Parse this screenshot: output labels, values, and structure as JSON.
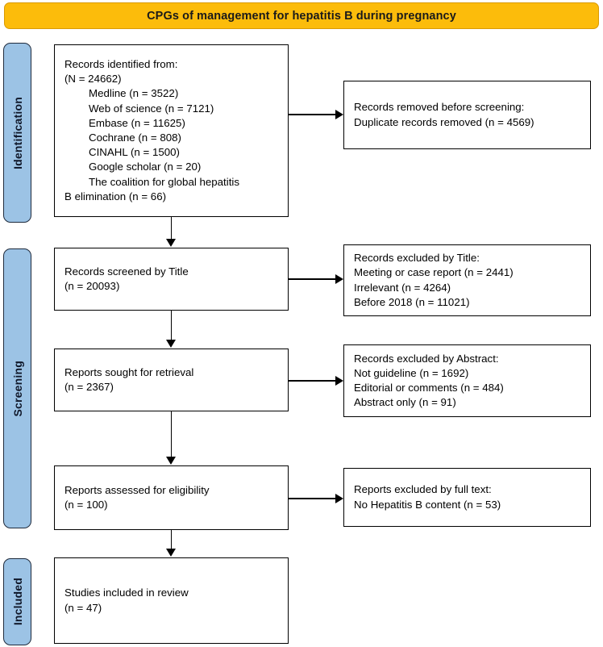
{
  "title": {
    "text": "CPGs of management for hepatitis B during pregnancy"
  },
  "stages": [
    {
      "id": "identification",
      "label": "Identification"
    },
    {
      "id": "screening",
      "label": "Screening"
    },
    {
      "id": "included",
      "label": "Included"
    }
  ],
  "boxes": {
    "identified": {
      "heading": "Records identified from:",
      "total": "(N = 24662)",
      "sources": [
        "Medline (n = 3522)",
        "Web of science (n = 7121)",
        "Embase (n = 11625)",
        "Cochrane (n = 808)",
        "CINAHL (n = 1500)",
        "Google scholar (n = 20)",
        "The coalition for global hepatitis",
        "B elimination (n = 66)"
      ]
    },
    "removed": {
      "heading": "Records removed before screening:",
      "line2": "Duplicate records removed (n = 4569)"
    },
    "screened": {
      "heading": "Records screened by Title",
      "count": "(n = 20093)"
    },
    "excluded_title": {
      "heading": "Records excluded by Title:",
      "reasons": [
        "Meeting or case report (n = 2441)",
        "Irrelevant (n = 4264)",
        "Before 2018 (n = 11021)"
      ]
    },
    "sought": {
      "heading": "Reports sought for retrieval",
      "count": "(n = 2367)"
    },
    "excluded_abstract": {
      "heading": "Records excluded by Abstract:",
      "reasons": [
        "Not guideline (n = 1692)",
        "Editorial or comments (n = 484)",
        "Abstract only (n = 91)"
      ]
    },
    "eligibility": {
      "heading": "Reports assessed for eligibility",
      "count": "(n = 100)"
    },
    "excluded_fulltext": {
      "heading": "Reports excluded by full text:",
      "reasons": [
        "No Hepatitis B content (n = 53)"
      ]
    },
    "included": {
      "heading": "Studies included in review",
      "count": "(n = 47)"
    }
  },
  "colors": {
    "banner_fill": "#fcbc0b",
    "banner_border": "#d99a04",
    "stage_tab_fill": "#9cc3e5",
    "stage_tab_border": "#1f2b3d",
    "box_border": "#000000",
    "connector": "#000000"
  }
}
